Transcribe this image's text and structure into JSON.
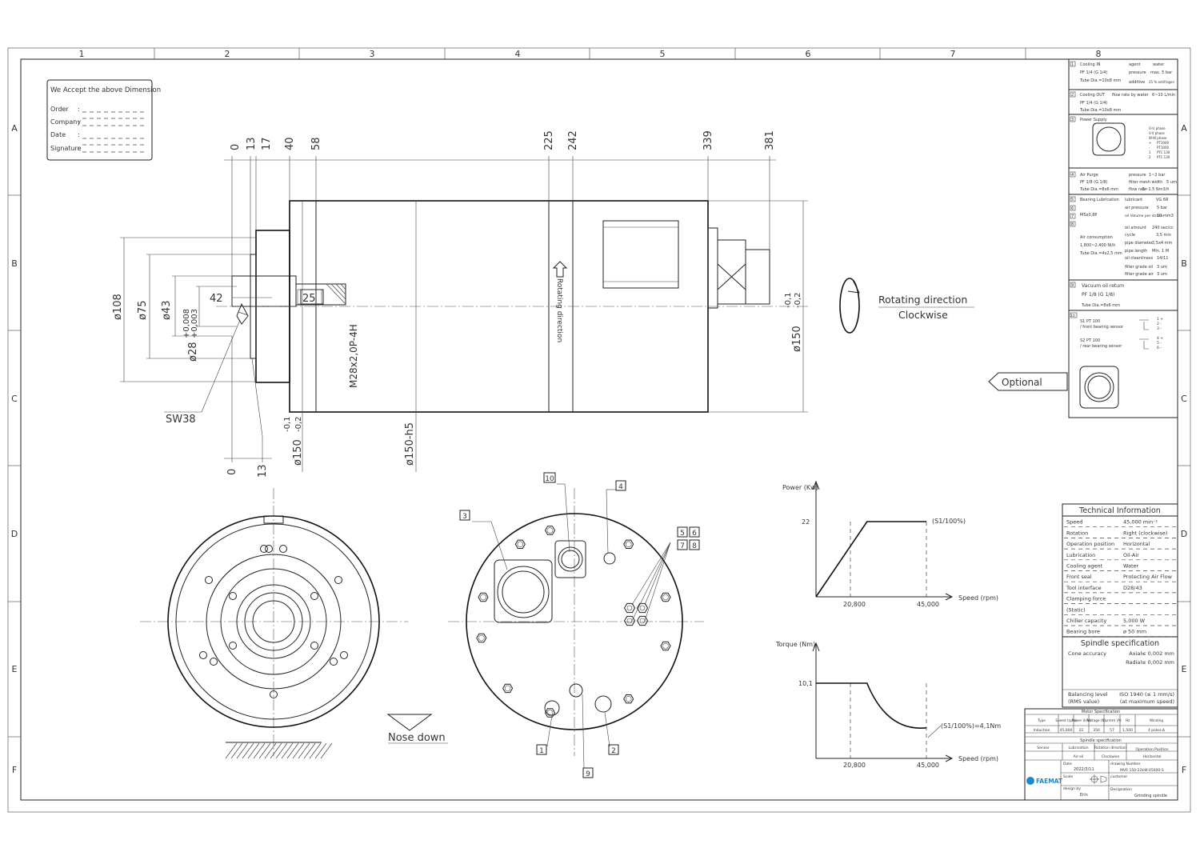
{
  "grid": {
    "columns": [
      "1",
      "2",
      "3",
      "4",
      "5",
      "6",
      "7",
      "8"
    ],
    "rows": [
      "A",
      "B",
      "C",
      "D",
      "E",
      "F"
    ]
  },
  "accept_box": {
    "title": "We Accept the above Dimension",
    "fields": [
      "Order",
      "Company",
      "Date",
      "Signature"
    ]
  },
  "side_view": {
    "top_dims": [
      "0",
      "13",
      "17",
      "40",
      "58",
      "225",
      "242",
      "339",
      "381"
    ],
    "bottom_dims": [
      "0",
      "13"
    ],
    "diameters": [
      "ø108",
      "ø75",
      "ø43",
      "ø28",
      "+0,008",
      "+0,003",
      "ø150",
      "-0,1",
      "-0,2",
      "ø150-h5"
    ],
    "thread": "M28x2,0P-4H",
    "small_dims": [
      "42",
      "25"
    ],
    "wrench": "SW38",
    "body_label": "Rotating direction"
  },
  "rotation": {
    "line1": "Rotating direction",
    "line2": "Clockwise"
  },
  "optional_label": "Optional",
  "nose_down": "Nose down",
  "callouts": [
    "1",
    "2",
    "3",
    "4",
    "5",
    "6",
    "7",
    "8",
    "9",
    "10"
  ],
  "power_chart": {
    "ylabel": "Power (Kw)",
    "xlabel": "Speed (rpm)",
    "y_tick": "22",
    "x_ticks": [
      "20,800",
      "45,000"
    ],
    "annotation": "(S1/100%)"
  },
  "torque_chart": {
    "ylabel": "Torque (Nm)",
    "xlabel": "Speed (rpm)",
    "y_tick": "10,1",
    "x_ticks": [
      "20,800",
      "45,000"
    ],
    "annotation": "(S1/100%)=4,1Nm"
  },
  "chart_data": [
    {
      "type": "line",
      "title": "",
      "xlabel": "Speed (rpm)",
      "ylabel": "Power (Kw)",
      "series": [
        {
          "name": "S1/100%",
          "x": [
            0,
            20800,
            45000
          ],
          "y": [
            0,
            22,
            22
          ]
        }
      ]
    },
    {
      "type": "line",
      "title": "",
      "xlabel": "Speed (rpm)",
      "ylabel": "Torque (Nm)",
      "series": [
        {
          "name": "S1/100%",
          "x": [
            0,
            20800,
            45000
          ],
          "y": [
            10.1,
            10.1,
            4.1
          ]
        }
      ]
    }
  ],
  "notes": [
    {
      "num": "1",
      "left": [
        "Cooling IN",
        "PF 1/4 (G 1/4)",
        "Tube Dia.=10x8 mm"
      ],
      "right": [
        "agent",
        "water",
        "pressure",
        "max. 5 bar",
        "additive",
        "25 % antifrogen"
      ]
    },
    {
      "num": "2",
      "left": [
        "Cooling OUT",
        "PF 1/4 (G 1/4)",
        "Tube Dia.=10x8 mm"
      ],
      "right": [
        "flow rate by water",
        "6~10 L/min"
      ]
    },
    {
      "num": "3",
      "left": [
        "Power Supply"
      ],
      "right": [
        "U-U phase",
        "V-V phase",
        "W-W phase",
        "+",
        "PT1000",
        "-",
        "PT1000",
        "1",
        "PTC 130",
        "2",
        "PTC 130"
      ]
    },
    {
      "num": "4",
      "left": [
        "Air Purge",
        "PF 1/8 (G 1/8)",
        "Tube Dia.=8x6 mm"
      ],
      "right": [
        "pressure",
        "1~2 bar",
        "filter mesh width",
        "5 um",
        "flow rate",
        "1~1.5 Nm3/h"
      ]
    },
    {
      "num": "5",
      "left": [
        "Bearing Lubrication",
        "M5x0,8P",
        "Air consumption",
        "1,800~2,400 Nl/h",
        "Tube Dia.=4x2,5 mm"
      ],
      "right": [
        "lubricant",
        "VG 68",
        "air pressure",
        "5 bar",
        "oil Volume per stroke",
        "10 mm3",
        "oil amount",
        "240 sec/cc",
        "cycle",
        "3,5 min",
        "pipe diameter",
        "2,5x4 mm",
        "pipe length",
        "Min. 1 M",
        "oil cleanliness",
        "14/11",
        "filter grade oil",
        "3 um",
        "filter grade air",
        "3 um"
      ]
    },
    {
      "num": "6",
      "left": [],
      "right": []
    },
    {
      "num": "7",
      "left": [],
      "right": []
    },
    {
      "num": "8",
      "left": [],
      "right": []
    },
    {
      "num": "9",
      "left": [
        "Vacuum oil return",
        "PF 1/8 (G 1/8)",
        "Tube Dia.=8x6 mm"
      ],
      "right": []
    },
    {
      "num": "10",
      "left": [
        "S1 PT 100",
        "/ front bearing sensor",
        "S2 PT 100",
        "/ rear bearing sensor"
      ],
      "right": [
        "1 +",
        "2 -",
        "3 -",
        "4 +",
        "5 -",
        "6 -"
      ]
    }
  ],
  "tech_info": {
    "title": "Technical Information",
    "rows": [
      {
        "label": "Speed",
        "value": "45,000 min⁻¹"
      },
      {
        "label": "Rotation",
        "value": "Right (clockwise)"
      },
      {
        "label": "Operation position",
        "value": "Horizontal"
      },
      {
        "label": "Lubrication",
        "value": "Oil-Air"
      },
      {
        "label": "Cooling agent",
        "value": "Water"
      },
      {
        "label": "Front seal",
        "value": "Protecting Air Flow"
      },
      {
        "label": "Tool interface",
        "value": "D28/43"
      },
      {
        "label": "Clamping force",
        "value": ""
      },
      {
        "label": "(Static)",
        "value": ""
      },
      {
        "label": "Chiller capacity",
        "value": "5,000 W"
      },
      {
        "label": "Bearing bore",
        "value": "ø 50 mm"
      }
    ]
  },
  "spindle_spec": {
    "title": "Spindle specification",
    "cone_label": "Cone accuracy",
    "axial": "Axial≤ 0,002 mm",
    "radial": "Radial≤ 0,002 mm",
    "balancing_label": "Balancing level",
    "rms_label": "(RMS value)",
    "balancing_value1": "ISO 1940  (≤ 1 mm/s)",
    "balancing_value2": "(at maximum speed)"
  },
  "title_block": {
    "motor_title": "Motor Specification",
    "motor_headers": [
      "Type",
      "Speed (rpm)",
      "Power (kW)",
      "Voltage (V)",
      "Current (A)",
      "Hz",
      "Winding"
    ],
    "motor_values": [
      "Induction",
      "45,000",
      "22",
      "350",
      "57",
      "1,500",
      "4 poles-Δ"
    ],
    "spindle_title": "Spindle specification",
    "spindle_headers": [
      "Sensor",
      "Lubrication",
      "Rotation direction",
      "Operation Position"
    ],
    "spindle_values": [
      "",
      "Air-oil",
      "Clockwise",
      "Horizontal"
    ],
    "date_label": "Date",
    "date_value": "2022/3/11",
    "drawing_label": "drawing Number",
    "drawing_value": "MVR 150-22kW-45000-S",
    "scale_label": "Scale",
    "customer_label": "customer",
    "design_label": "design by",
    "design_value": "Erin",
    "designation_label": "Designation",
    "designation_value": "Grinding spindle",
    "logo": "FAEMAT"
  }
}
